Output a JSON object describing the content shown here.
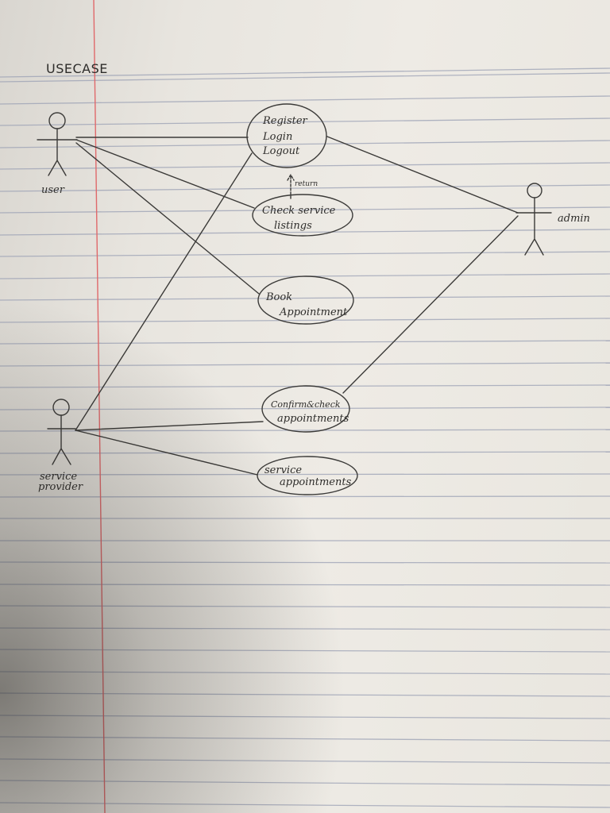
{
  "diagram": {
    "title": "USECASE",
    "actors": {
      "user": "user",
      "admin": "admin",
      "service_provider_line1": "service",
      "service_provider_line2": "provider"
    },
    "use_cases": {
      "register_login_logout": [
        "Register",
        "Login",
        "Logout"
      ],
      "check_service_listings": [
        "Check service",
        "listings"
      ],
      "book_appointment": [
        "Book",
        "Appointment"
      ],
      "confirm_check_appointments": [
        "Confirm&check",
        "appointments"
      ],
      "service_appointments": [
        "service",
        "appointments"
      ]
    },
    "annotations": {
      "return_label": "return"
    }
  }
}
